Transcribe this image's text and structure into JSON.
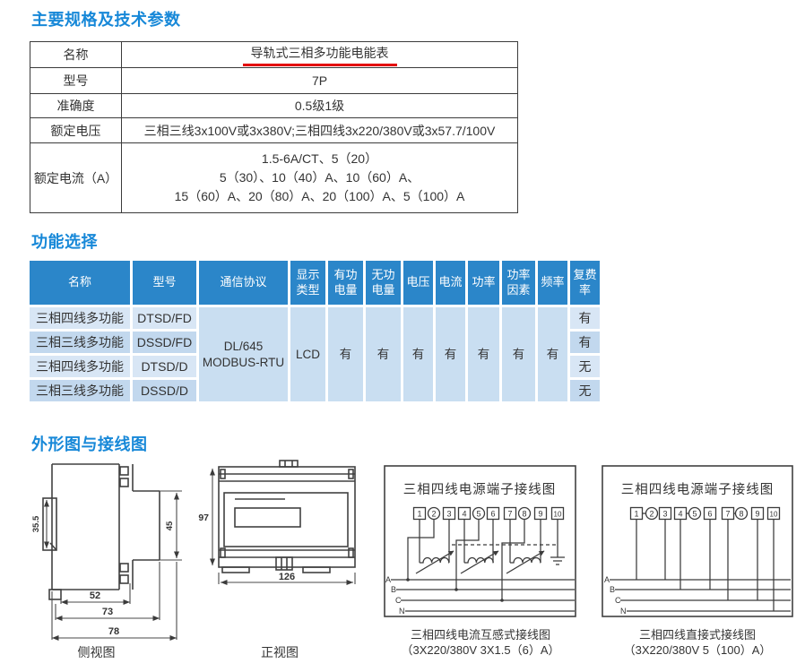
{
  "titles": {
    "specs": "主要规格及技术参数",
    "functions": "功能选择",
    "drawings": "外形图与接线图"
  },
  "colors": {
    "accent_blue": "#1788d8",
    "table_header_bg": "#2b86c9",
    "row_light": "#d8e6f5",
    "row_dark": "#c2d8ee",
    "merged_cell_bg": "#c9def1",
    "red_underline": "#e30000"
  },
  "spec_table": {
    "rows": [
      {
        "label": "名称",
        "value": "导轨式三相多功能电能表"
      },
      {
        "label": "型号",
        "value": "7P"
      },
      {
        "label": "准确度",
        "value": "0.5级1级"
      },
      {
        "label": "额定电压",
        "value": "三相三线3x100V或3x380V;三相四线3x220/380V或3x57.7/100V"
      },
      {
        "label": "额定电流（A）",
        "lines": [
          "1.5-6A/CT、5（20）",
          "5（30）、10（40）A、10（60）A、",
          "15（60）A、20（80）A、20（100）A、5（100）A"
        ]
      }
    ]
  },
  "function_table": {
    "headers": [
      "名称",
      "型号",
      "通信协议",
      "显示类型",
      "有功电量",
      "无功电量",
      "电压",
      "电流",
      "功率",
      "功率因素",
      "频率",
      "复费率"
    ],
    "protocol": [
      "DL/645",
      "MODBUS-RTU"
    ],
    "display_type": "LCD",
    "yes": "有",
    "rows": [
      {
        "name": "三相四线多功能",
        "model": "DTSD/FD",
        "multi_rate": "有"
      },
      {
        "name": "三相三线多功能",
        "model": "DSSD/FD",
        "multi_rate": "有"
      },
      {
        "name": "三相四线多功能",
        "model": "DTSD/D",
        "multi_rate": "无"
      },
      {
        "name": "三相三线多功能",
        "model": "DSSD/D",
        "multi_rate": "无"
      }
    ]
  },
  "figures": {
    "side_view": {
      "caption": "侧视图",
      "dim_clip_height": "35.5",
      "dim_right_height": "45",
      "dim_w1": "52",
      "dim_w2": "73",
      "dim_w3": "78"
    },
    "front_view": {
      "caption": "正视图",
      "dim_height": "97",
      "dim_width": "126"
    },
    "wiring_ct": {
      "title": "三相四线电源端子接线图",
      "terminals": [
        "1",
        "2",
        "3",
        "4",
        "5",
        "6",
        "7",
        "8",
        "9",
        "10"
      ],
      "phases": [
        "A",
        "B",
        "C",
        "N"
      ],
      "caption_line1": "三相四线电流互感式接线图",
      "caption_line2": "（3X220/380V 3X1.5（6）A）"
    },
    "wiring_direct": {
      "title": "三相四线电源端子接线图",
      "terminals": [
        "1",
        "2",
        "3",
        "4",
        "5",
        "6",
        "7",
        "8",
        "9",
        "10"
      ],
      "phases": [
        "A",
        "B",
        "C",
        "N"
      ],
      "caption_line1": "三相四线直接式接线图",
      "caption_line2": "（3X220/380V 5（100）A）"
    }
  }
}
